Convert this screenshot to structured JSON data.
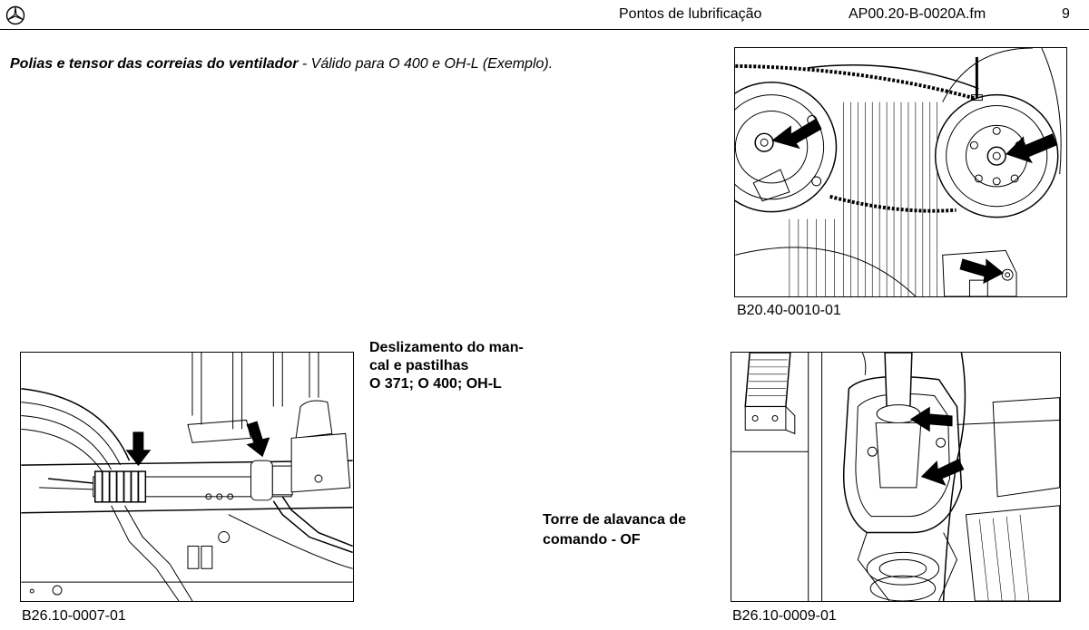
{
  "header": {
    "section_title": "Pontos de lubrificação",
    "doc_id": "AP00.20-B-0020A.fm",
    "page_number": "9"
  },
  "section": {
    "title_bold": "Polias e tensor das correias do ventilador",
    "title_rest": " - Válido para O 400 e OH-L (Exemplo)."
  },
  "notes": {
    "note1_line1": "Deslizamento do man-",
    "note1_line2": "cal e pastilhas",
    "note1_line3": "O 371; O 400; OH-L",
    "note2_line1": "Torre de alavanca de",
    "note2_line2": "comando - OF"
  },
  "figures": {
    "fig1_caption": "B20.40-0010-01",
    "fig2_caption": "B26.10-0007-01",
    "fig3_caption": "B26.10-0009-01"
  },
  "icons": {
    "logo": "mercedes-star-icon",
    "arrow": "lubrication-arrow-icon"
  }
}
